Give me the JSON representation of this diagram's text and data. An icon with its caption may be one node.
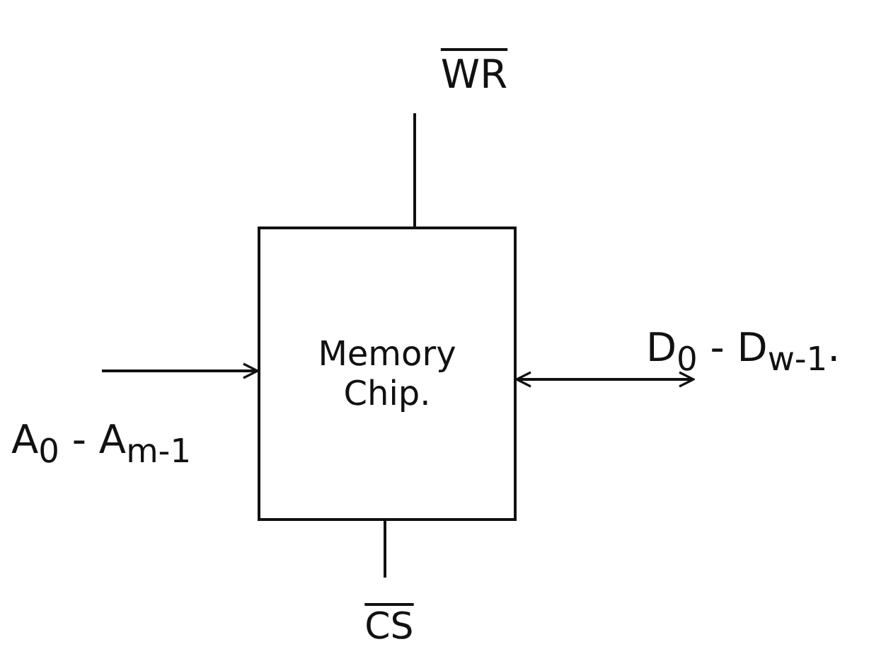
{
  "diagram": {
    "nodes": [
      {
        "text": [
          "Memory Chip."
        ]
      },
      {
        "text": [
          "WR"
        ]
      },
      {
        "text": [
          "CS"
        ]
      },
      {
        "text": [
          "D$_{0}$ - D$_{w-1}$."
        ]
      }
    ],
    "edges": [
      {
        "from": 1,
        "to": 0,
        "arrow": "none"
      },
      {
        "from": 0,
        "to": 2,
        "arrow": "none"
      },
      {
        "from": null,
        "to": 0,
        "arrow": "to"
      },
      {
        "from": 0,
        "to": 3,
        "arrow": "both"
      }
    ],
    "labels": [
      "A$_{0}$ - A$_{m-1}$"
    ]
  }
}
